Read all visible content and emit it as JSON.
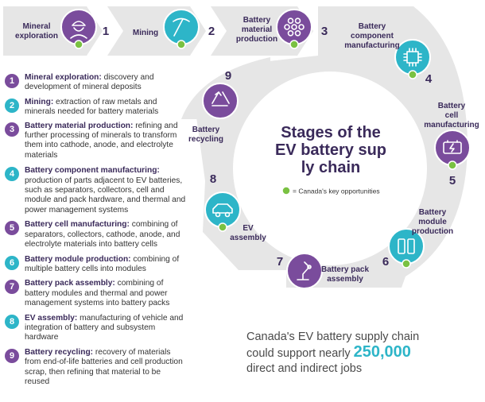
{
  "title": "Stages of the EV battery supply chain",
  "legend": "= Canada's key opportunities",
  "colors": {
    "purple": "#7a4c9c",
    "teal": "#2db5c8",
    "green": "#7ac142",
    "arrow": "#e6e6e6",
    "arrow_text": "#3a2a5a"
  },
  "stages": [
    {
      "num": "1",
      "label": "Mineral exploration",
      "icon": "miner-icon",
      "color": "purple",
      "opportunity": true,
      "desc": "discovery and development of mineral deposits"
    },
    {
      "num": "2",
      "label": "Mining",
      "icon": "pickaxe-icon",
      "color": "teal",
      "opportunity": true,
      "desc": "extraction of raw metals and minerals needed for battery materials"
    },
    {
      "num": "3",
      "label": "Battery material production",
      "icon": "molecule-icon",
      "color": "purple",
      "opportunity": true,
      "desc": "refining and further processing of minerals to transform them into cathode, anode, and electrolyte materials"
    },
    {
      "num": "4",
      "label": "Battery component manufacturing",
      "icon": "chip-icon",
      "color": "teal",
      "opportunity": true,
      "desc": "production of parts adjacent to EV batteries, such as separators, collectors, cell and module and pack hardware, and thermal and power management systems"
    },
    {
      "num": "5",
      "label": "Battery cell manufacturing",
      "icon": "battery-icon",
      "color": "purple",
      "opportunity": true,
      "desc": "combining of separators, collectors, cathode, anode, and electrolyte materials into battery cells"
    },
    {
      "num": "6",
      "label": "Battery module production",
      "icon": "module-icon",
      "color": "teal",
      "opportunity": true,
      "desc": "combining of multiple battery cells into modules"
    },
    {
      "num": "7",
      "label": "Battery pack assembly",
      "icon": "robot-arm-icon",
      "color": "purple",
      "opportunity": false,
      "desc": "combining of battery modules and thermal and power management systems into battery packs"
    },
    {
      "num": "8",
      "label": "EV assembly",
      "icon": "car-icon",
      "color": "teal",
      "opportunity": true,
      "desc": "manufacturing of vehicle and integration of battery and subsystem hardware"
    },
    {
      "num": "9",
      "label": "Battery recycling",
      "icon": "recycle-icon",
      "color": "purple",
      "opportunity": false,
      "desc": "recovery of materials from end-of-life batteries and cell production scrap, then refining that material to be reused"
    }
  ],
  "footer": {
    "line1": "Canada's EV battery supply chain",
    "line2_prefix": "could support nearly",
    "number": "250,000",
    "line3": "direct and indirect jobs"
  }
}
